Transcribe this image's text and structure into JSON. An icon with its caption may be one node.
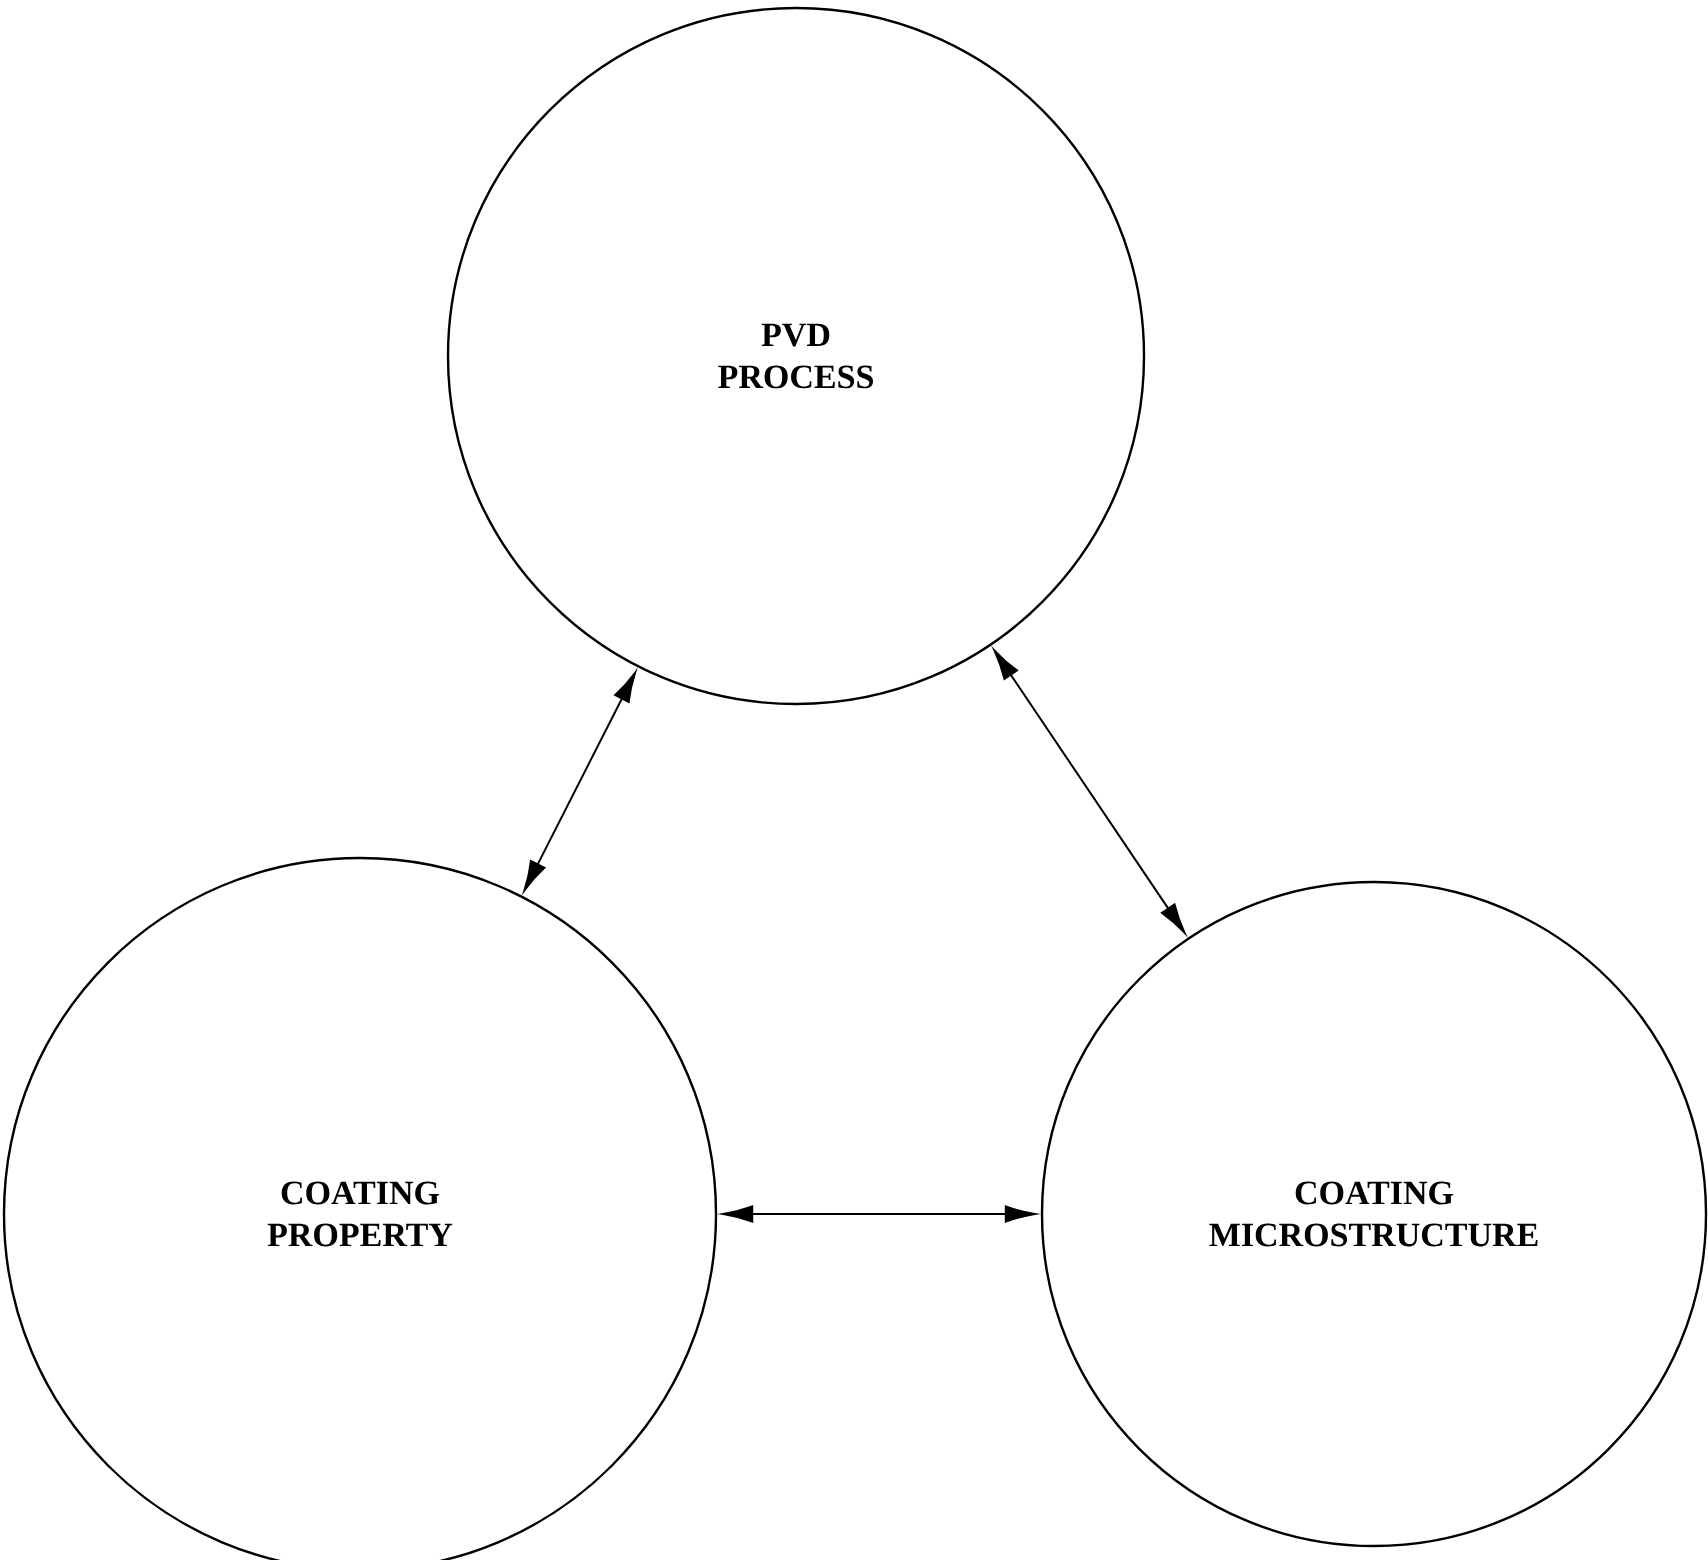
{
  "diagram": {
    "nodes": [
      {
        "text": [
          "PVD PROCESS"
        ]
      },
      {
        "text": [
          "COATING PROPERTY"
        ]
      },
      {
        "text": [
          "COATING MICROSTRUCTURE"
        ]
      }
    ],
    "edges": [
      {
        "from": 0,
        "to": 1,
        "arrow": "both"
      },
      {
        "from": 0,
        "to": 2,
        "arrow": "both"
      },
      {
        "from": 1,
        "to": 2,
        "arrow": "both"
      }
    ]
  }
}
